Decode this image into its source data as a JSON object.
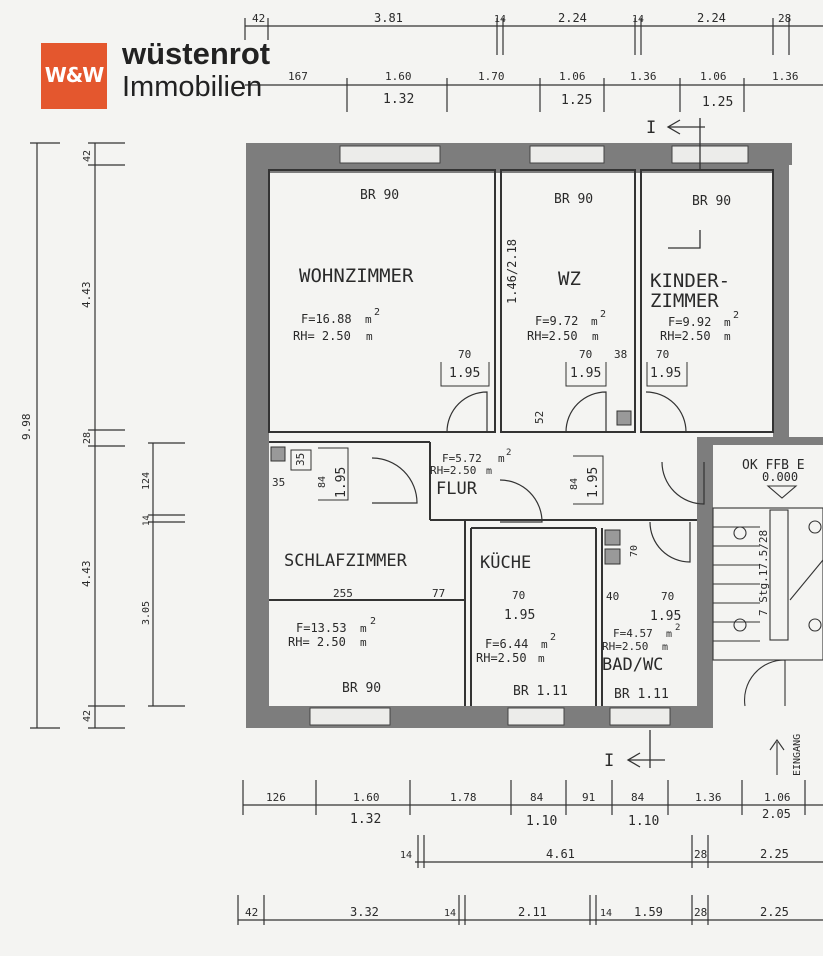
{
  "logo": {
    "mark": "W&W",
    "brand_line1": "wüstenrot",
    "brand_line2": "Immobilien",
    "accent": "#e4572e"
  },
  "rooms": {
    "wohnzimmer": {
      "name": "WOHNZIMMER",
      "area": "F=16.88",
      "height": "RH= 2.50",
      "window": "BR 90"
    },
    "wz": {
      "name": "WZ",
      "area": "F=9.72",
      "height": "RH=2.50",
      "window": "BR 90"
    },
    "kinder": {
      "name1": "KINDER-",
      "name2": "ZIMMER",
      "area": "F=9.92",
      "height": "RH=2.50",
      "window": "BR 90"
    },
    "flur": {
      "name": "FLUR",
      "area": "F=5.72",
      "height": "RH=2.50"
    },
    "schlaf": {
      "name": "SCHLAFZIMMER",
      "area": "F=13.53",
      "height": "RH= 2.50",
      "window": "BR 90"
    },
    "kueche": {
      "name": "KÜCHE",
      "area": "F=6.44",
      "height": "RH=2.50",
      "window": "BR 1.11"
    },
    "bad": {
      "name": "BAD/WC",
      "area": "F=4.57",
      "height": "RH=2.50",
      "window": "BR 1.11"
    }
  },
  "misc": {
    "ok_ffb": "OK FFB E",
    "ok_value": "0.000",
    "eingang": "EINGANG",
    "section": "I",
    "stairs": "7 Stg.17.5/28",
    "unit_m": "m",
    "sup2": "2"
  },
  "dims": {
    "top1": [
      "42",
      "3.81",
      "14",
      "2.24",
      "14",
      "2.24",
      "28"
    ],
    "top2": [
      "167",
      "1.60",
      "1.32",
      "1.70",
      "1.06",
      "1.25",
      "1.36",
      "1.06",
      "1.25",
      "1.36"
    ],
    "left": [
      "9.98",
      "42",
      "4.43",
      "28",
      "4.43",
      "42",
      "124",
      "14",
      "3.05"
    ],
    "bottom1": [
      "126",
      "1.60",
      "1.32",
      "1.78",
      "84",
      "1.10",
      "91",
      "84",
      "1.10",
      "1.36",
      "1.06",
      "2.05"
    ],
    "bottom2": [
      "14",
      "4.61",
      "28",
      "2.25"
    ],
    "bottom3": [
      "42",
      "3.32",
      "14",
      "2.11",
      "14",
      "1.59",
      "28",
      "2.25"
    ],
    "doors": [
      "70",
      "1.95",
      "70",
      "1.95",
      "38",
      "70",
      "1.95",
      "52",
      "35",
      "84",
      "1.95",
      "84",
      "1.95",
      "35",
      "255",
      "77",
      "70",
      "1.95",
      "40",
      "70",
      "1.95",
      "70",
      "1.46/2.18"
    ]
  }
}
